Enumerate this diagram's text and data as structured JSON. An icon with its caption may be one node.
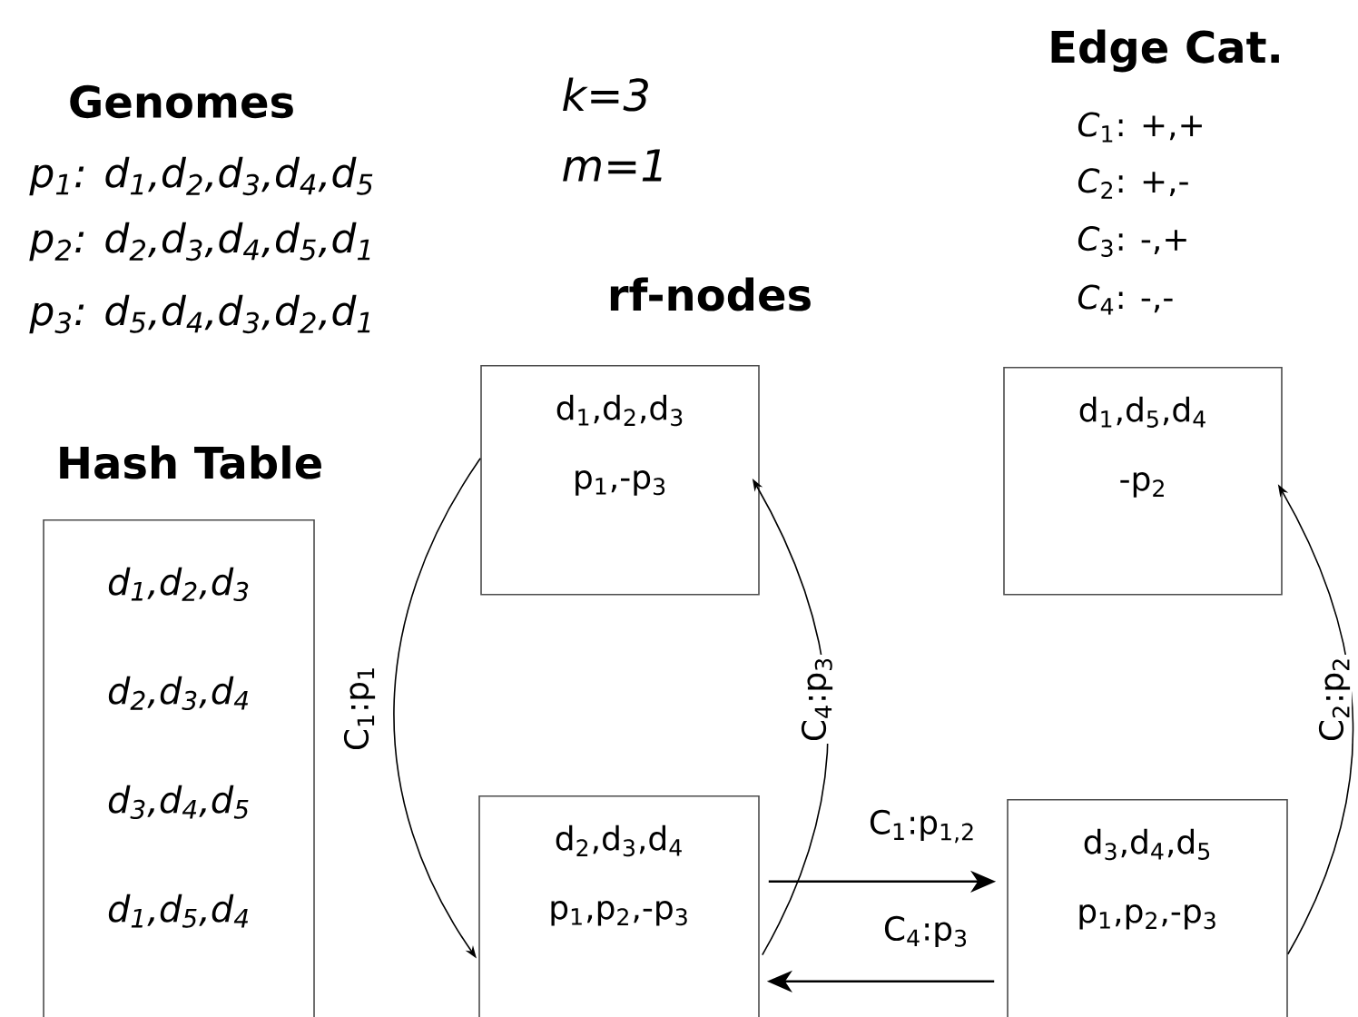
{
  "diagram": {
    "nodes": [
      {
        "text": [
          "Hash Table",
          "d$_{1}$,d$_{2}$,d$_{3}$",
          "d$_{2}$,d$_{3}$,d$_{4}$",
          "d$_{3}$,d$_{4}$,d$_{5}$",
          "d$_{1}$,d$_{5}$,d$_{4}$"
        ]
      },
      {
        "text": [
          "d$_{1}$,d$_{2}$,d$_{3}$",
          "p$_{1}$,-p$_{3}$"
        ]
      },
      {
        "text": [
          "d$_{2}$,d$_{3}$,d$_{4}$",
          "p$_{1}$,p$_{2}$,-p$_{3}$"
        ]
      },
      {
        "text": [
          "d$_{1}$,d$_{5}$,d$_{4}$",
          "-p$_{2}$"
        ]
      },
      {
        "text": [
          "d$_{3}$,d$_{4}$,d$_{5}$",
          "p$_{1}$,p$_{2}$,-p$_{3}$"
        ]
      }
    ],
    "edges": [
      {
        "from": 1,
        "to": 2,
        "arrow": "to",
        "label": "C$_{1}$:p$_{1}$"
      },
      {
        "from": 2,
        "to": 1,
        "arrow": "to",
        "label": "C$_{4}$:p$_{3}$"
      },
      {
        "from": 2,
        "to": 4,
        "arrow": "to",
        "label": "C$_{1}$:p$_{1,2}$"
      },
      {
        "from": 4,
        "to": 2,
        "arrow": "to",
        "label": "C$_{4}$:p$_{3}$"
      },
      {
        "from": 4,
        "to": 3,
        "arrow": "to",
        "label": "C$_{2}$:p$_{2}$"
      }
    ],
    "labels": [
      "Genomes",
      "p$_{1}$: d$_{1}$,d$_{2}$,d$_{3}$,d$_{4}$,d$_{5}$",
      "p$_{2}$: d$_{2}$,d$_{3}$,d$_{4}$,d$_{5}$,d$_{1}$",
      "p$_{3}$: d$_{5}$,d$_{4}$,d$_{3}$,d$_{2}$,d$_{1}$",
      "k=3",
      "m=1",
      "Edge Cat.",
      "*C*$_{1}$: +,+",
      "*C*$_{2}$: +,-",
      "*C*$_{3}$:  -,+",
      "*C*$_{4}$:  -,-",
      "rf-nodes"
    ]
  }
}
